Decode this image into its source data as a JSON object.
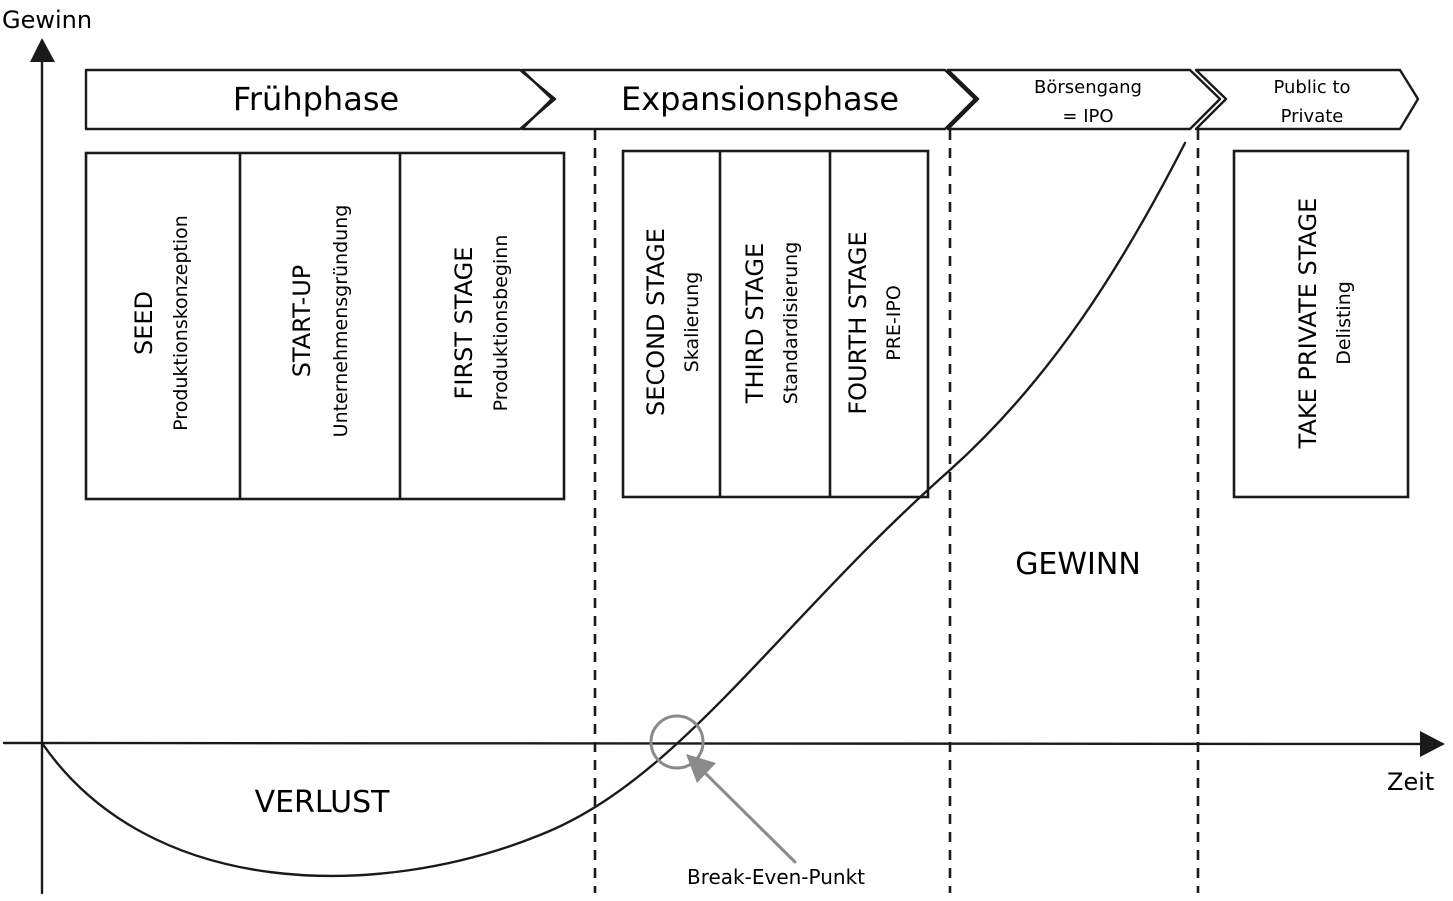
{
  "axes": {
    "y_label": "Gewinn",
    "x_label": "Zeit"
  },
  "phases": [
    {
      "lines": [
        "Frühphase"
      ]
    },
    {
      "lines": [
        "Expansionsphase"
      ]
    },
    {
      "lines": [
        "Börsengang",
        "= IPO"
      ]
    },
    {
      "lines": [
        "Public to",
        "Private"
      ]
    }
  ],
  "stages": [
    {
      "title": "SEED",
      "subtitle": "Produktionskonzeption"
    },
    {
      "title": "START-UP",
      "subtitle": "Unternehmensgründung"
    },
    {
      "title": "FIRST STAGE",
      "subtitle": "Produktionsbeginn"
    },
    {
      "title": "SECOND STAGE",
      "subtitle": "Skalierung"
    },
    {
      "title": "THIRD STAGE",
      "subtitle": "Standardisierung"
    },
    {
      "title": "FOURTH STAGE",
      "subtitle": "PRE-IPO"
    },
    {
      "title": "TAKE PRIVATE STAGE",
      "subtitle": "Delisting"
    }
  ],
  "regions": {
    "loss": "VERLUST",
    "profit": "GEWINN"
  },
  "break_even": {
    "label": "Break-Even-Punkt",
    "marker_color": "#8a8a8a"
  }
}
